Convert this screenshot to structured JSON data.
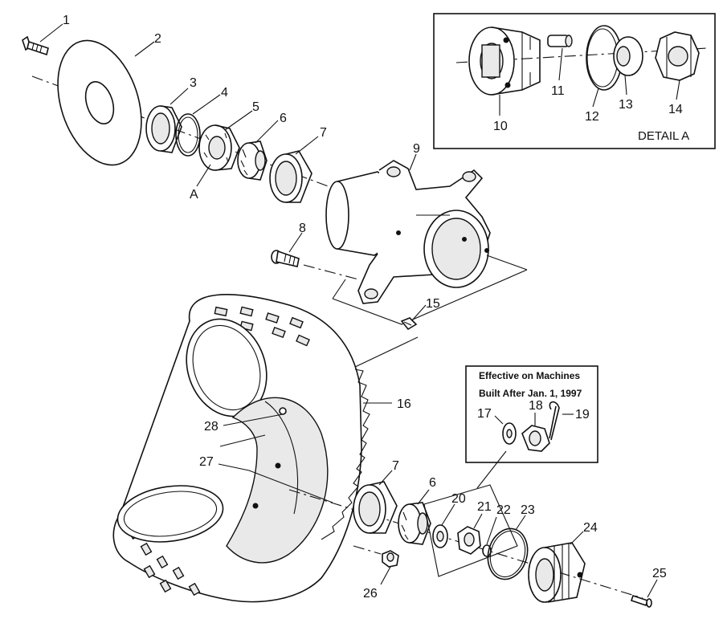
{
  "callouts": {
    "c1": "1",
    "c2": "2",
    "c3": "3",
    "c4": "4",
    "c5": "5",
    "c6": "6",
    "c7": "7",
    "c8": "8",
    "c9": "9",
    "c10": "10",
    "c11": "11",
    "c12": "12",
    "c13": "13",
    "c14": "14",
    "c15": "15",
    "c16": "16",
    "c17": "17",
    "c18": "18",
    "c19": "19",
    "c20": "20",
    "c21": "21",
    "c22": "22",
    "c23": "23",
    "c24": "24",
    "c25": "25",
    "c26": "26",
    "c27": "27",
    "c28": "28",
    "c6b": "6",
    "c7b": "7",
    "cA": "A"
  },
  "detail_box": {
    "label": "DETAIL A"
  },
  "effective_box": {
    "line1": "Effective on Machines",
    "line2": "Built After Jan. 1, 1997"
  }
}
